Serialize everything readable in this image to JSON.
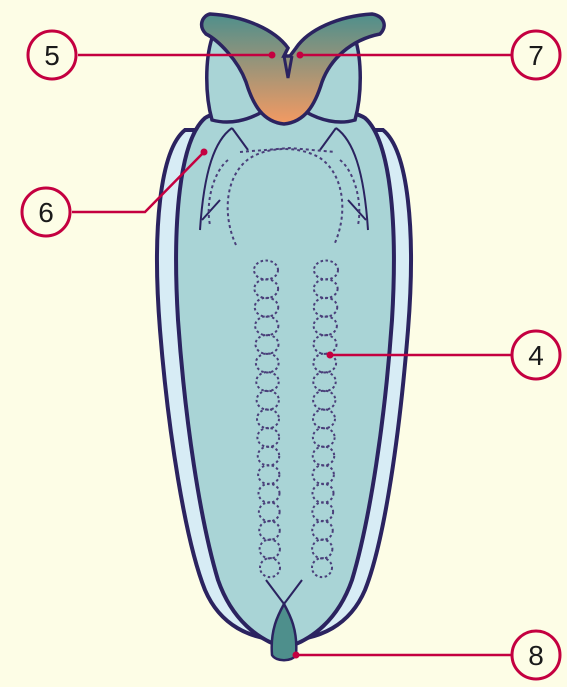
{
  "colors": {
    "background": "#fdfde6",
    "embryo_fill": "#a9d4d6",
    "outline": "#2b2360",
    "sheath_fill": "#d7ecf5",
    "neural_fold_top": "#4e8f8c",
    "neural_fold_bottom": "#f49a62",
    "callout_line": "#c40040",
    "callout_circle": "#c40040",
    "dotted": "#4a3f7a",
    "tail": "#4e8f8c"
  },
  "callouts": [
    {
      "id": "c5",
      "label": "5"
    },
    {
      "id": "c7",
      "label": "7"
    },
    {
      "id": "c6",
      "label": "6"
    },
    {
      "id": "c4",
      "label": "4"
    },
    {
      "id": "c8",
      "label": "8"
    }
  ]
}
